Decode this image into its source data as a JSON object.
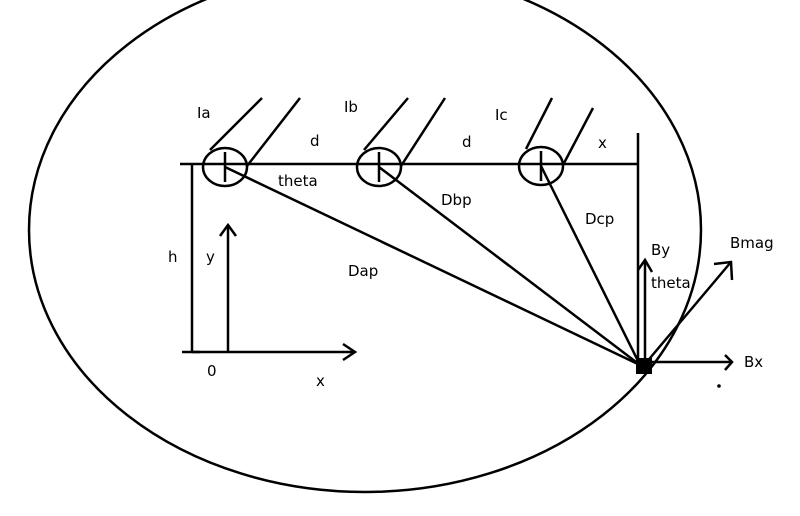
{
  "labels": {
    "ia": "Ia",
    "ib": "Ib",
    "ic": "Ic",
    "d1": "d",
    "d2": "d",
    "x_offset": "x",
    "theta_top": "theta",
    "dbp": "Dbp",
    "dcp": "Dcp",
    "dap": "Dap",
    "h": "h",
    "y_axis": "y",
    "origin": "0",
    "x_axis": "x",
    "by": "By",
    "bmag": "Bmag",
    "theta_vec": "theta",
    "bx": "Bx"
  },
  "colors": {
    "stroke": "#000000",
    "background": "#ffffff"
  }
}
